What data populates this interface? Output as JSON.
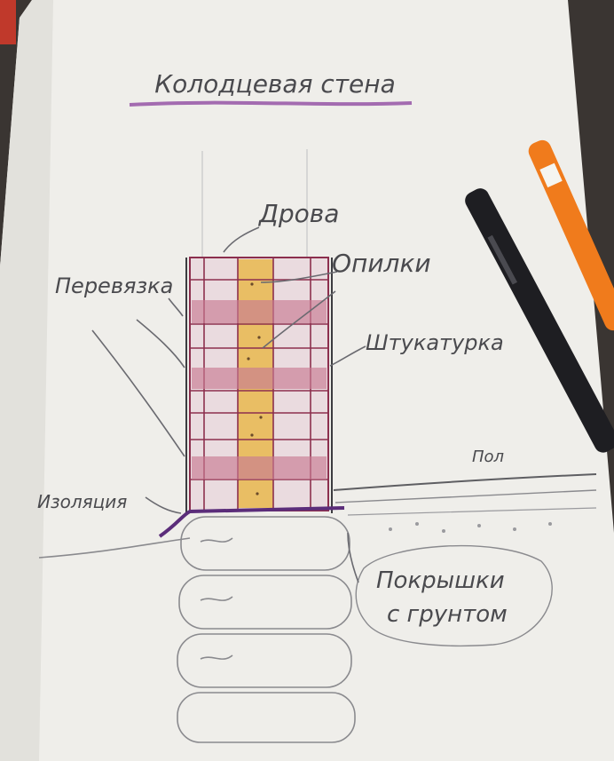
{
  "title": "Колодцевая стена",
  "labels": {
    "firewood": "Дрова",
    "tie": "Перевязка",
    "sawdust": "Опилки",
    "plaster": "Штукатурка",
    "floor": "Пол",
    "insulation": "Изоляция",
    "tires_line1": "Покрышки",
    "tires_line2": "с грунтом"
  },
  "colors": {
    "paper": "#efeeea",
    "brick": "#8c2f4e",
    "brick_fill": "#d9a7b3",
    "sawdust": "#e9b84f",
    "pencil": "#7c7c80",
    "purple": "#8a4fa6",
    "pen_black": "#1e1e22",
    "pen_orange": "#f07b1c",
    "desk": "#3a3532"
  },
  "props": [
    "black-marker",
    "orange-marker"
  ]
}
